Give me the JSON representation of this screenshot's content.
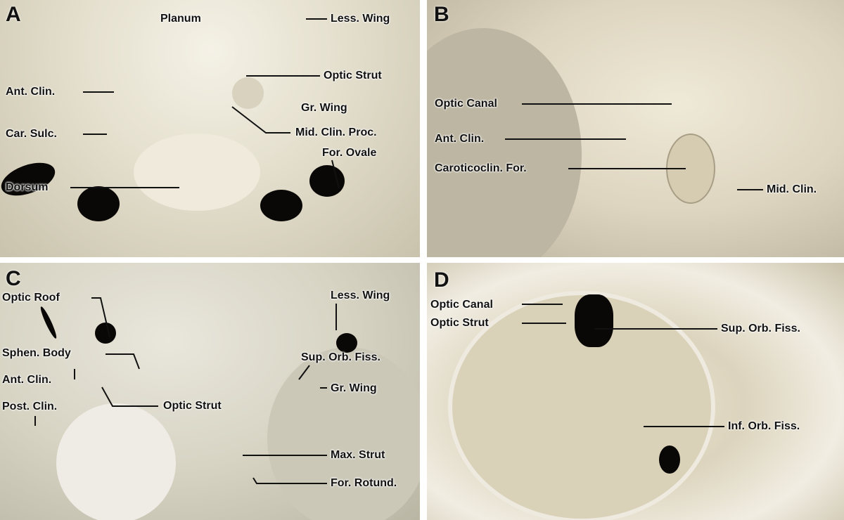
{
  "panels": {
    "a": {
      "letter": "A",
      "labels": [
        "Planum",
        "Less. Wing",
        "Optic Strut",
        "Ant. Clin.",
        "Gr. Wing",
        "Car. Sulc.",
        "Mid. Clin. Proc.",
        "For. Ovale",
        "Dorsum"
      ]
    },
    "b": {
      "letter": "B",
      "labels": [
        "Optic Canal",
        "Ant. Clin.",
        "Caroticoclin. For.",
        "Mid. Clin."
      ]
    },
    "c": {
      "letter": "C",
      "labels": [
        "Optic Roof",
        "Sphen. Body",
        "Ant. Clin.",
        "Post. Clin.",
        "Optic Strut",
        "Less. Wing",
        "Sup. Orb. Fiss.",
        "Gr. Wing",
        "Max. Strut",
        "For. Rotund."
      ]
    },
    "d": {
      "letter": "D",
      "labels": [
        "Optic Canal",
        "Optic Strut",
        "Sup. Orb. Fiss.",
        "Inf. Orb. Fiss."
      ]
    }
  }
}
